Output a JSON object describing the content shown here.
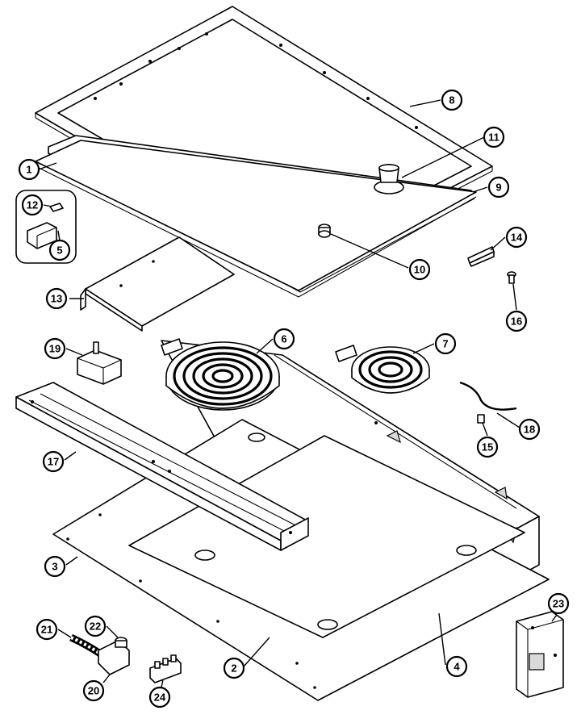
{
  "callouts": [
    {
      "id": "1",
      "label": "1"
    },
    {
      "id": "2",
      "label": "2"
    },
    {
      "id": "3",
      "label": "3"
    },
    {
      "id": "4",
      "label": "4"
    },
    {
      "id": "5",
      "label": "5"
    },
    {
      "id": "6",
      "label": "6"
    },
    {
      "id": "7",
      "label": "7"
    },
    {
      "id": "8",
      "label": "8"
    },
    {
      "id": "9",
      "label": "9"
    },
    {
      "id": "10",
      "label": "10"
    },
    {
      "id": "11",
      "label": "11"
    },
    {
      "id": "12",
      "label": "12"
    },
    {
      "id": "13",
      "label": "13"
    },
    {
      "id": "14",
      "label": "14"
    },
    {
      "id": "15",
      "label": "15"
    },
    {
      "id": "16",
      "label": "16"
    },
    {
      "id": "17",
      "label": "17"
    },
    {
      "id": "18",
      "label": "18"
    },
    {
      "id": "19",
      "label": "19"
    },
    {
      "id": "20",
      "label": "20"
    },
    {
      "id": "21",
      "label": "21"
    },
    {
      "id": "22",
      "label": "22"
    },
    {
      "id": "23",
      "label": "23"
    },
    {
      "id": "24",
      "label": "24"
    }
  ],
  "colors": {
    "line": "#000000",
    "background": "#ffffff",
    "shade": "#d9d9d9"
  }
}
